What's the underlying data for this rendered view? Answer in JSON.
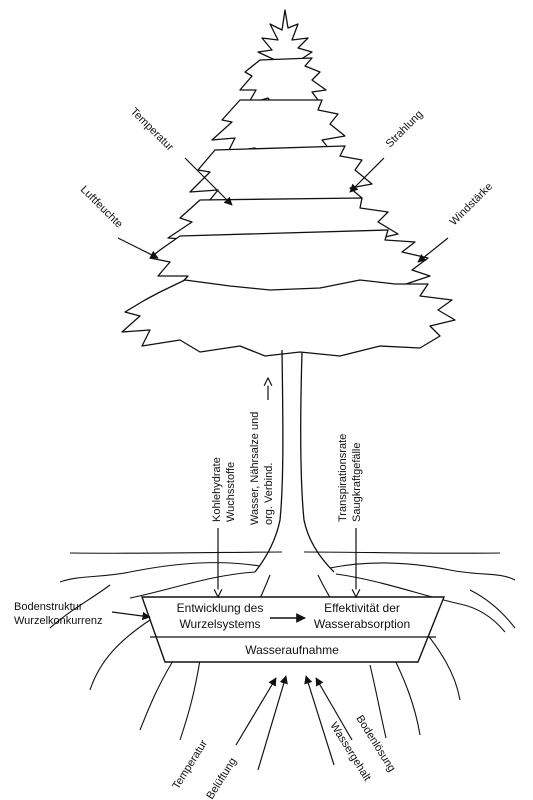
{
  "crown_labels": {
    "temperatur": "Temperatur",
    "strahlung": "Strahlung",
    "luftfeuchte": "Luftfeuchte",
    "windstaerke": "Windstärke"
  },
  "trunk_labels": {
    "kohlehydrate_line1": "Kohlehydrate",
    "kohlehydrate_line2": "Wuchsstoffe",
    "wasser_line1": "Wasser, Nährsalze und",
    "wasser_line2": "org. Verbind.",
    "transpiration_line1": "Transpirationsrate",
    "transpiration_line2": "Saugkraftgefälle"
  },
  "side_labels": {
    "bodenstruktur": "Bodenstruktur",
    "wurzelkonkurrenz": "Wurzelkonkurrenz"
  },
  "box": {
    "entwicklung_line1": "Entwicklung des",
    "entwicklung_line2": "Wurzelsystems",
    "effektivitaet_line1": "Effektivität der",
    "effektivitaet_line2": "Wasserabsorption",
    "wasseraufnahme": "Wasseraufnahme"
  },
  "soil_labels": {
    "temperatur": "Temperatur",
    "beluftung": "Belüftung",
    "wassergehalt": "Wassergehalt",
    "bodenloesung": "Bodenlösung"
  }
}
